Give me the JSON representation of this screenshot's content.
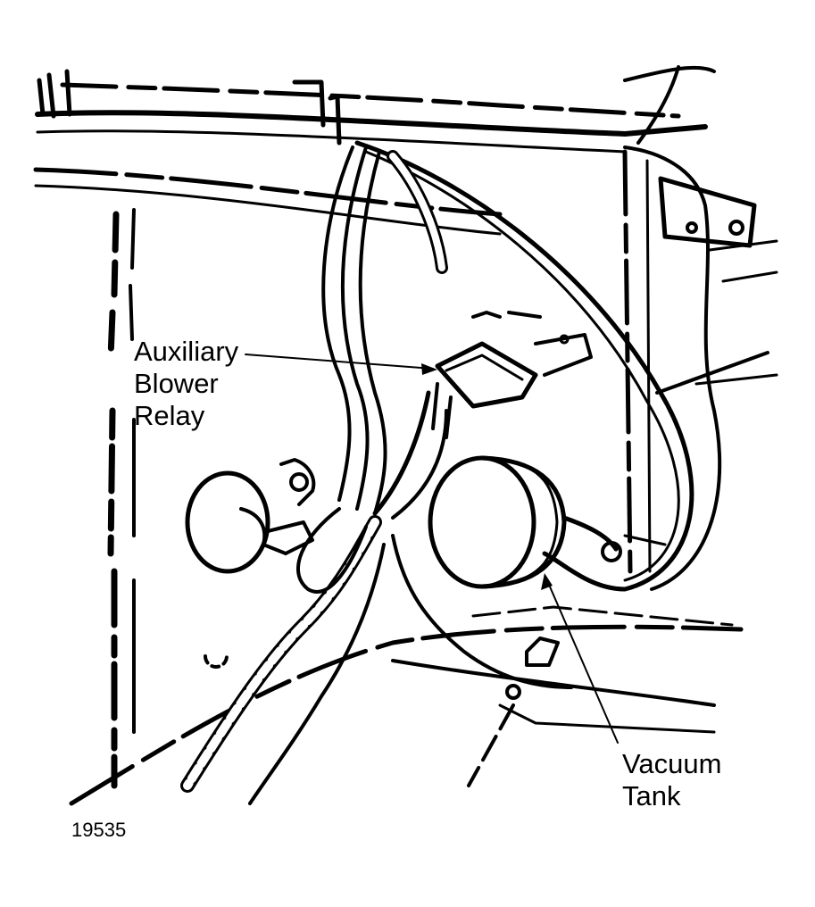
{
  "labels": {
    "auxiliary_blower_relay": [
      "Auxiliary",
      "Blower",
      "Relay"
    ],
    "vacuum_tank": [
      "Vacuum",
      "Tank"
    ]
  },
  "figure_number": "19535",
  "colors": {
    "ink": "#000000",
    "paper": "#ffffff"
  }
}
